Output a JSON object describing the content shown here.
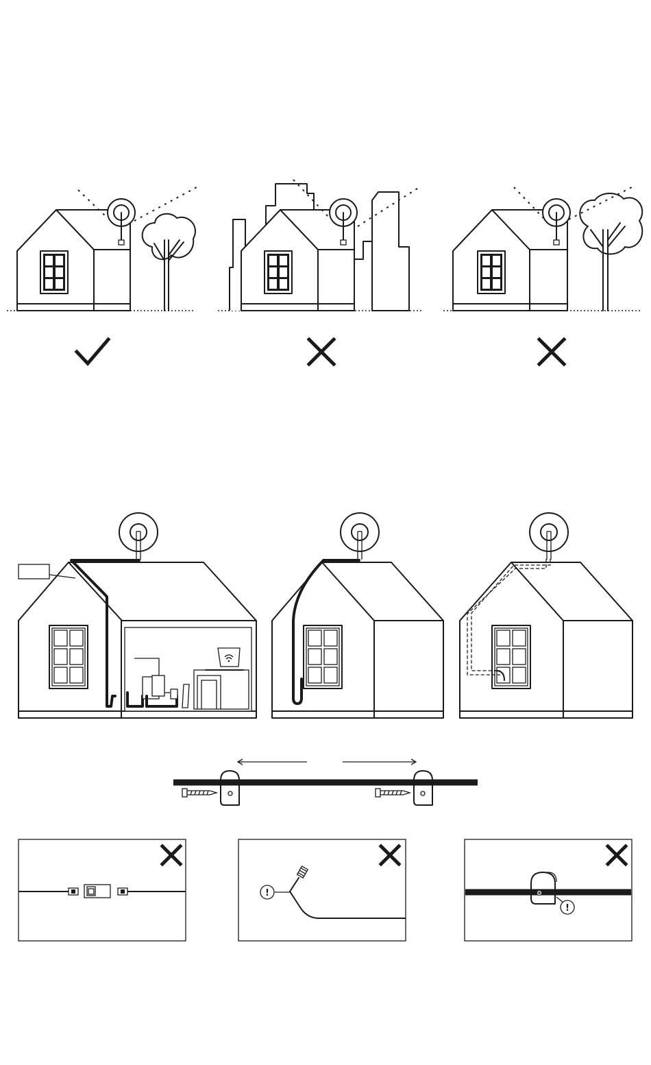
{
  "placement_examples": [
    {
      "verdict": "correct",
      "mark": "check"
    },
    {
      "verdict": "incorrect",
      "mark": "cross"
    },
    {
      "verdict": "incorrect",
      "mark": "cross"
    }
  ],
  "routing_examples": [
    {
      "route": "through-wall-to-router"
    },
    {
      "route": "along-exterior-wall"
    },
    {
      "route": "inside-wall"
    }
  ],
  "cable_clip_spacing": {
    "direction": "both-ways"
  },
  "warnings": [
    {
      "issue": "cable-extension-coupler",
      "mark": "cross",
      "warning_symbol": "!"
    },
    {
      "issue": "sharp-bend-near-connector",
      "mark": "cross",
      "warning_symbol": "!"
    },
    {
      "issue": "clip-pinching-cable",
      "mark": "cross",
      "warning_symbol": "!"
    }
  ],
  "colors": {
    "line": "#1a1a1a",
    "background": "#ffffff"
  }
}
